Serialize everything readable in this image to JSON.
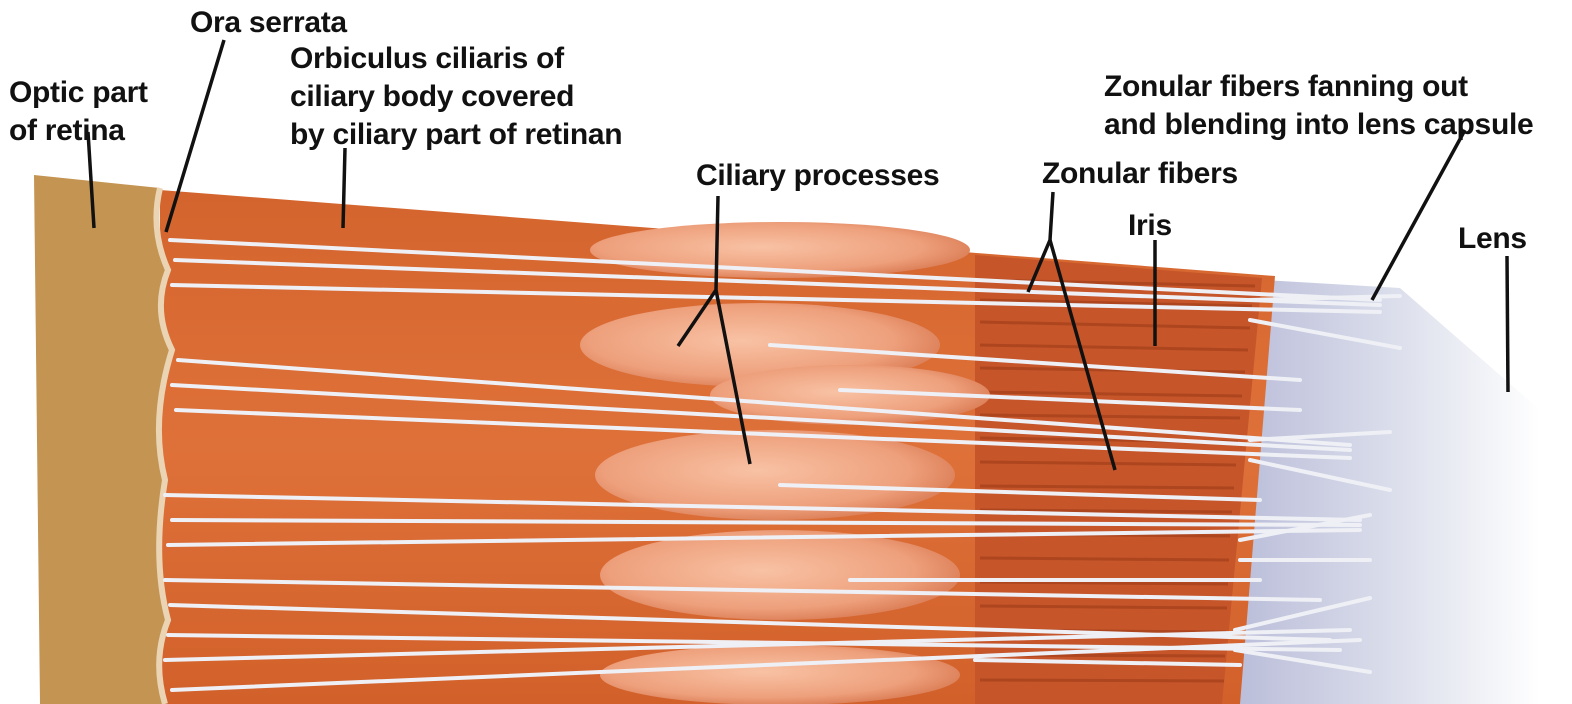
{
  "labels": {
    "optic_part": [
      "Optic part",
      "of retina"
    ],
    "ora_serrata": "Ora serrata",
    "orbiculus": [
      "Orbiculus ciliaris of",
      "ciliary body covered",
      "by ciliary part of retinan"
    ],
    "ciliary_processes": "Ciliary processes",
    "zonular_fibers": "Zonular fibers",
    "iris": "Iris",
    "zonular_fanning": [
      "Zonular fibers fanning out",
      "and blending into lens capsule"
    ],
    "lens": "Lens"
  },
  "colors": {
    "retina": "#c49452",
    "ciliary_body": "#d86a33",
    "process": "#f1a482",
    "iris": "#c6552a",
    "lens_capsule": "#c9cde0",
    "fiber": "#eef0f6",
    "leader_line": "#111111"
  }
}
